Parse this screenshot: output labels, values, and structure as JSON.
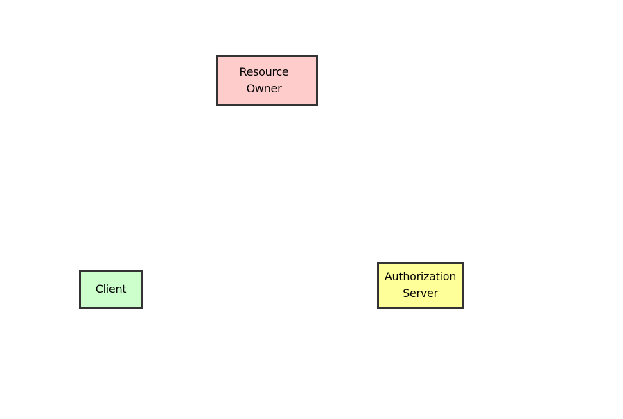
{
  "diagram": {
    "nodes": {
      "resource_owner": {
        "line1": "Resource",
        "line2": "Owner",
        "fill": "#ffcccc"
      },
      "client": {
        "line1": "Client",
        "fill": "#ccffcc"
      },
      "authorization_server": {
        "line1": "Authorization",
        "line2": "Server",
        "fill": "#ffff99"
      }
    },
    "border_color": "#333333"
  }
}
